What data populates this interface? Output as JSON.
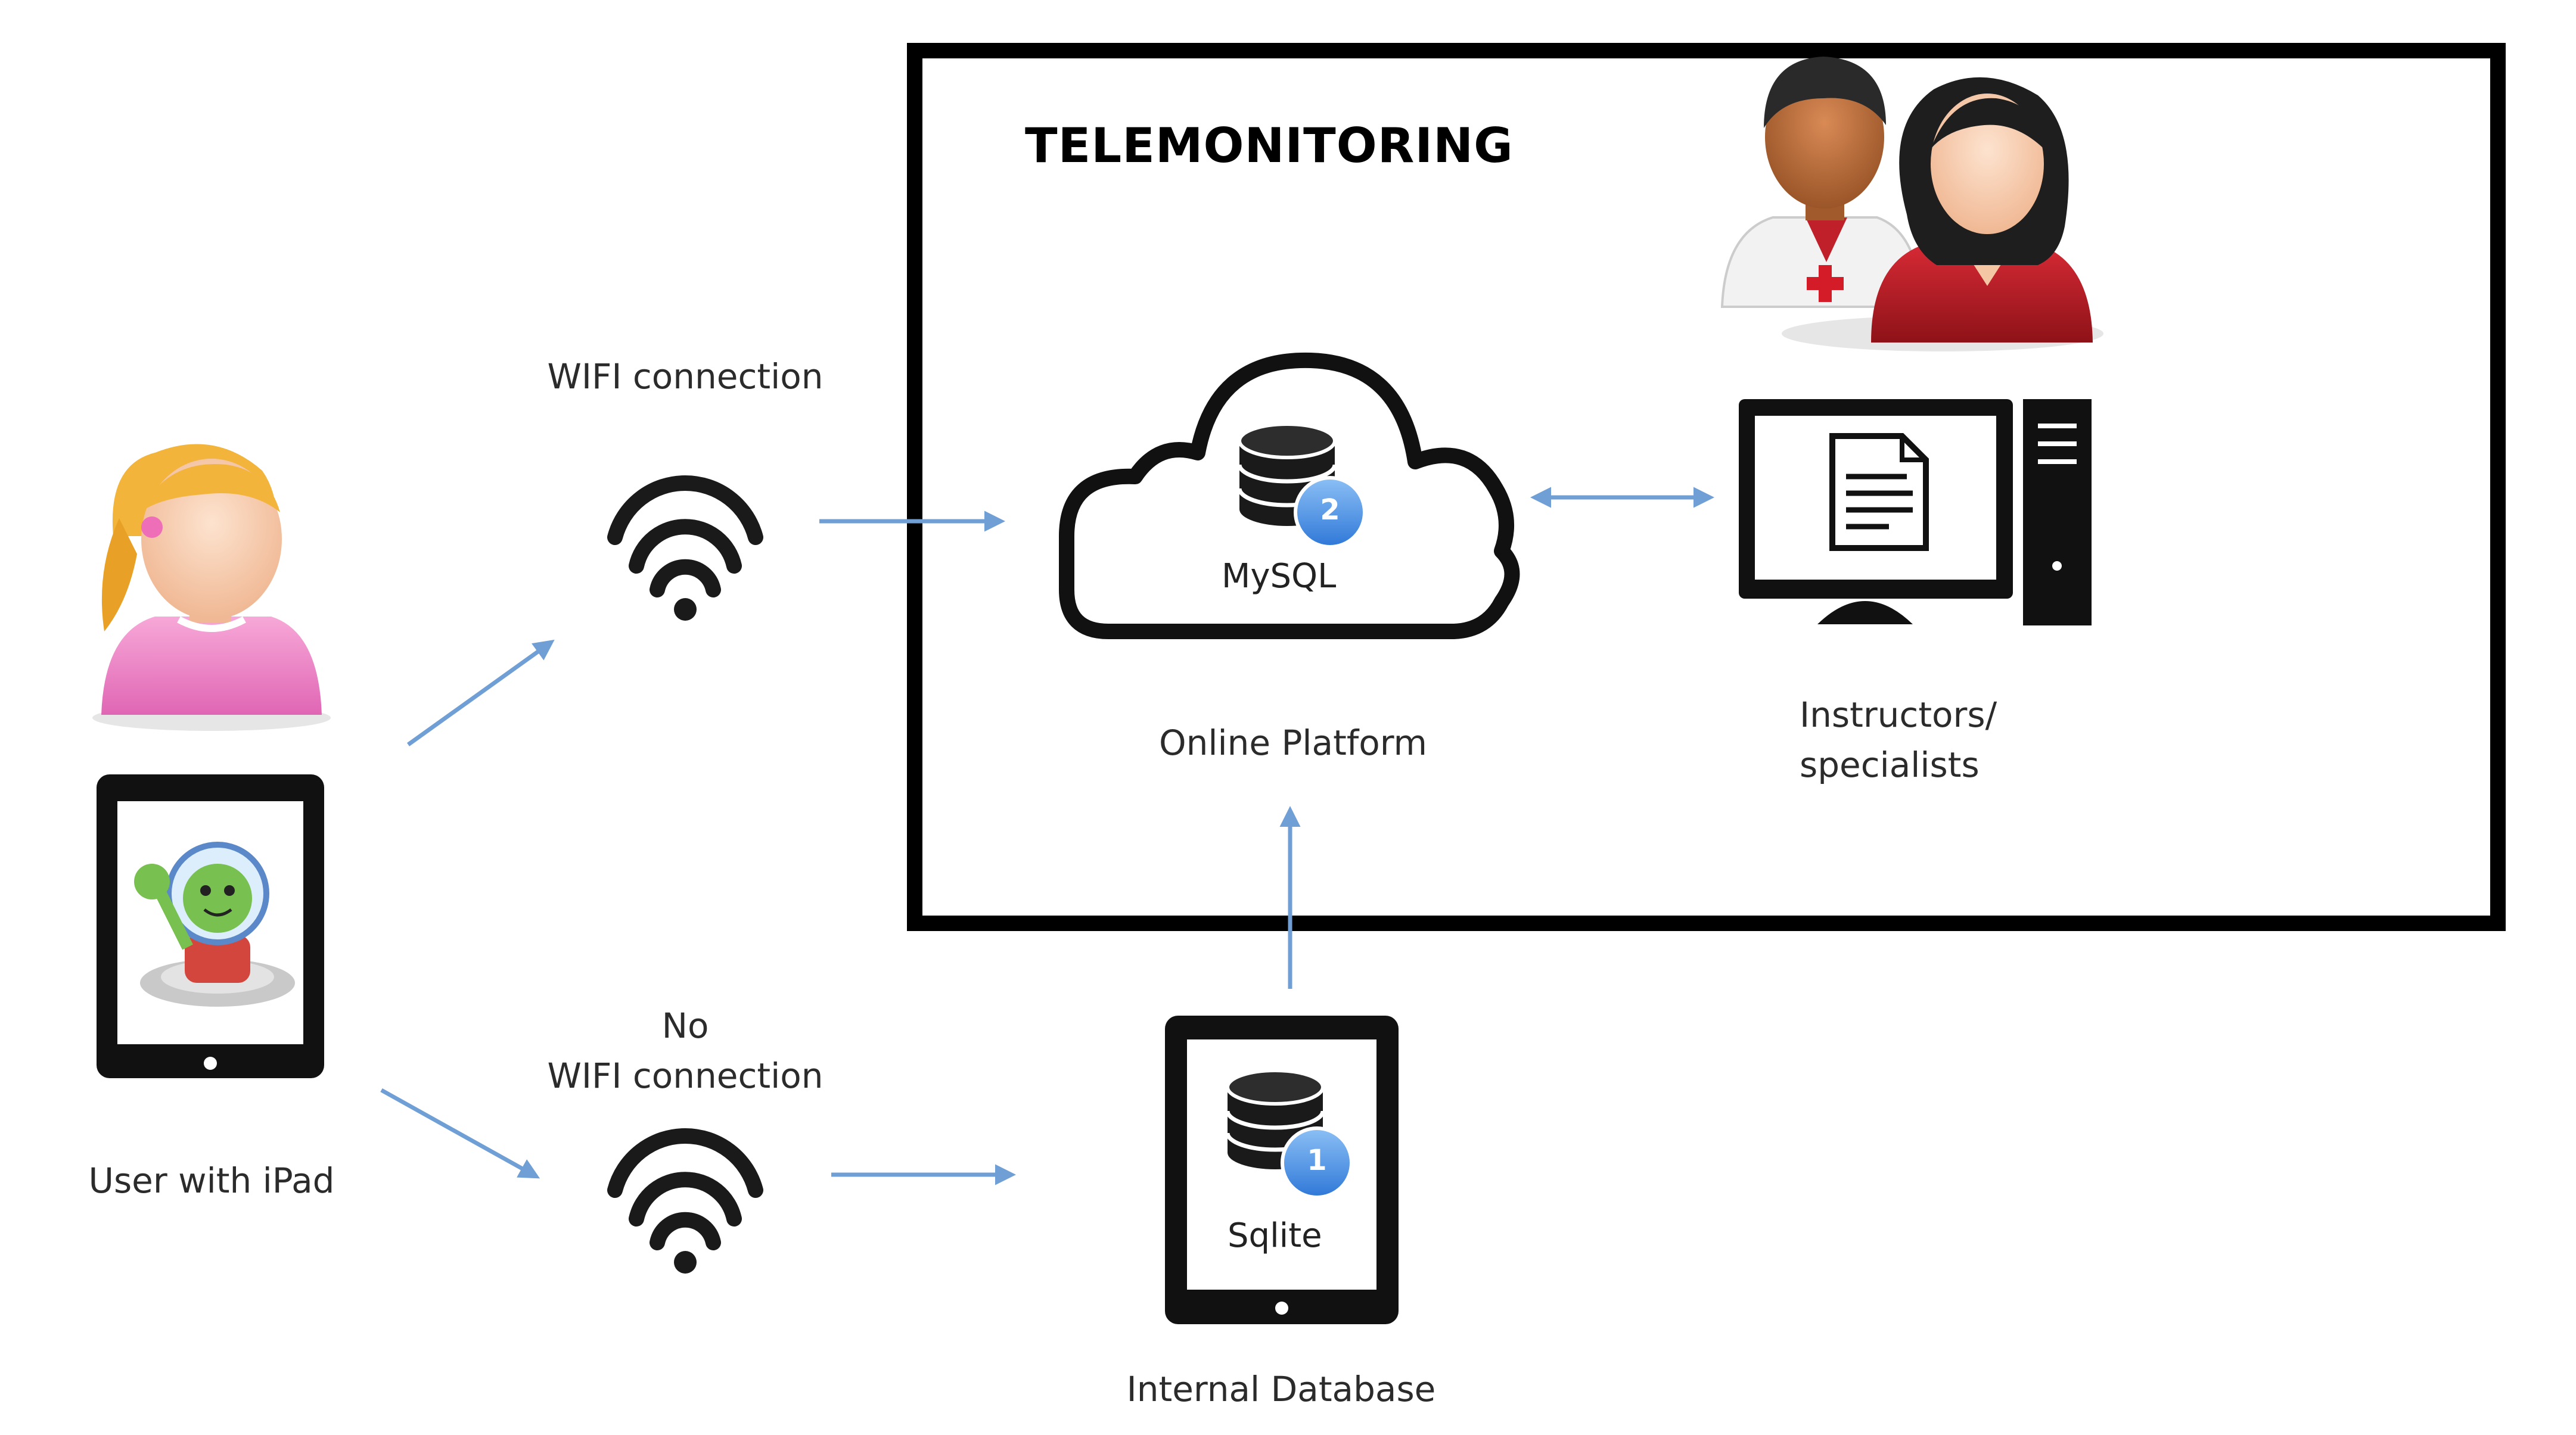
{
  "box_title": "TELEMONITORING",
  "labels": {
    "wifi_top": "WIFI connection",
    "no_wifi_line1": "No",
    "no_wifi_line2": "WIFI connection",
    "user": "User with iPad",
    "online_platform": "Online Platform",
    "instructors_line1": "Instructors/",
    "instructors_line2": "specialists",
    "internal_db": "Internal Database"
  },
  "nodes": {
    "cloud_db": "MySQL",
    "cloud_badge": "2",
    "tablet_db": "Sqlite",
    "tablet_badge": "1"
  },
  "icons": [
    "female-user-icon",
    "ipad-app-icon",
    "wifi-icon",
    "cloud-database-icon",
    "desktop-computer-icon",
    "doctor-icon",
    "specialist-icon",
    "tablet-database-icon"
  ],
  "colors": {
    "arrow": "#6f9fd4",
    "badge": "#4a8fe0",
    "frame": "#000000"
  }
}
